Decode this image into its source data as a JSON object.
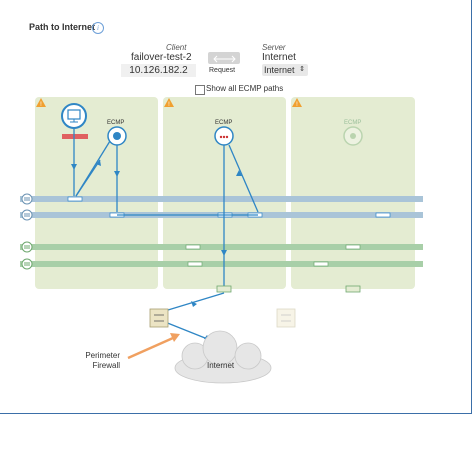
{
  "header": {
    "title": "Path to Internet"
  },
  "client": {
    "label": "Client",
    "name": "failover-test-2",
    "ip": "10.126.182.2"
  },
  "request": {
    "label": "Request"
  },
  "server": {
    "label": "Server",
    "name": "Internet",
    "selected": "Internet"
  },
  "options": {
    "show_all_label": "Show all ECMP paths",
    "show_all_checked": false
  },
  "topology": {
    "ecmp_labels": [
      "ECMP",
      "ECMP",
      "ECMP"
    ],
    "firewall_label": "Perimeter\nFirewall",
    "cloud_label": "Internet"
  },
  "colors": {
    "zone_fill": "#e4ecd2",
    "blue_lane": "#a9c4d8",
    "green_lane": "#a8cfa8",
    "path": "#2f86c5",
    "warning": "#f0a030",
    "annotation_arrow": "#f0a060"
  },
  "icons": [
    "info-icon",
    "swap-arrow-icon",
    "warning-icon",
    "monitor-icon",
    "router-icon",
    "switch-icon",
    "firewall-icon",
    "cloud-icon"
  ]
}
